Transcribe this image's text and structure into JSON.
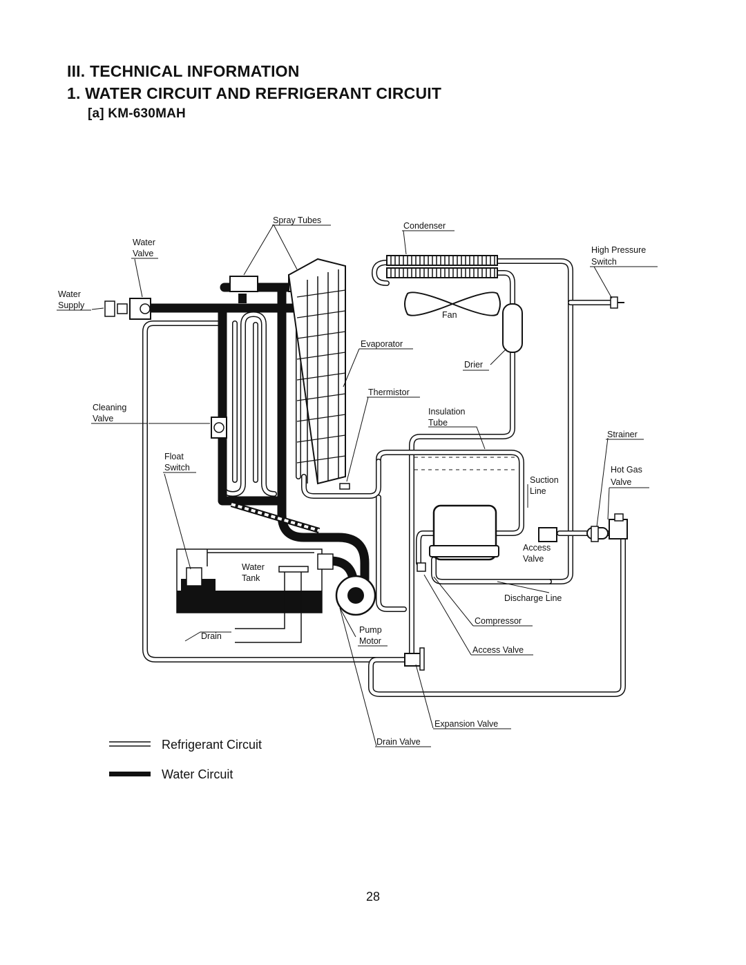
{
  "header": {
    "section": "III.  TECHNICAL INFORMATION",
    "subsection": "1. WATER CIRCUIT AND REFRIGERANT CIRCUIT",
    "model": "[a] KM-630MAH"
  },
  "labels": {
    "spray_tubes": "Spray Tubes",
    "condenser": "Condenser",
    "water_valve_1": "Water",
    "water_valve_2": "Valve",
    "high_pressure_1": "High Pressure",
    "high_pressure_2": "Switch",
    "water_supply_1": "Water",
    "water_supply_2": "Supply",
    "fan": "Fan",
    "evaporator": "Evaporator",
    "drier": "Drier",
    "thermistor": "Thermistor",
    "cleaning_valve_1": "Cleaning",
    "cleaning_valve_2": "Valve",
    "insulation_tube_1": "Insulation",
    "insulation_tube_2": "Tube",
    "strainer": "Strainer",
    "float_switch_1": "Float",
    "float_switch_2": "Switch",
    "hot_gas_1": "Hot Gas",
    "hot_gas_2": "Valve",
    "suction_line_1": "Suction",
    "suction_line_2": "Line",
    "access_valve_1": "Access",
    "access_valve_2": "Valve",
    "water_tank_1": "Water",
    "water_tank_2": "Tank",
    "discharge_line": "Discharge Line",
    "compressor": "Compressor",
    "drain": "Drain",
    "pump_motor_1": "Pump",
    "pump_motor_2": "Motor",
    "access_valve_lower": "Access Valve",
    "expansion_valve": "Expansion Valve",
    "drain_valve": "Drain Valve"
  },
  "legend": {
    "refrigerant": "Refrigerant Circuit",
    "water": "Water Circuit"
  },
  "page_number": "28"
}
